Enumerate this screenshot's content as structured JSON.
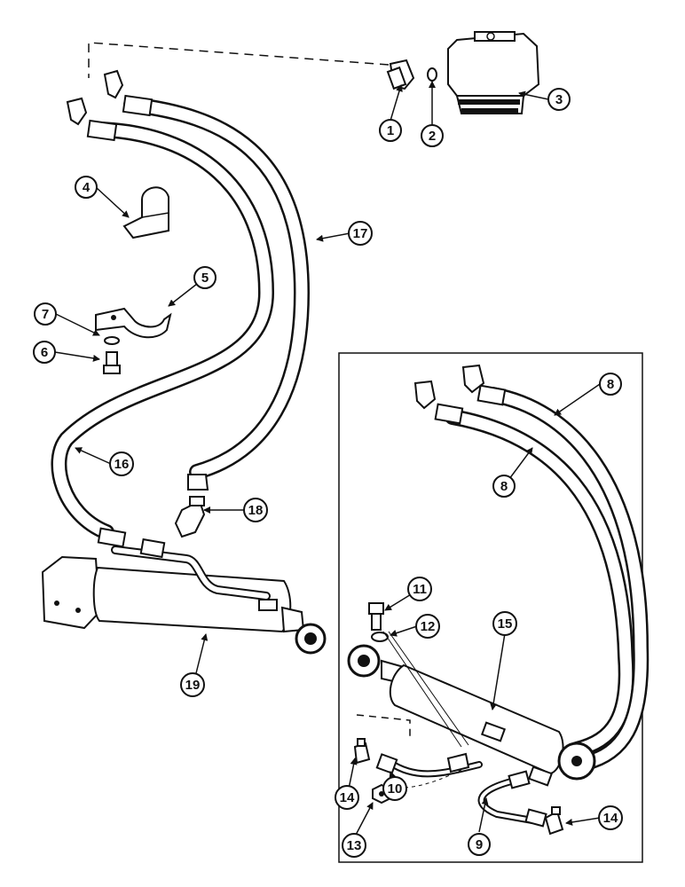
{
  "callouts": {
    "c1": "1",
    "c2": "2",
    "c3": "3",
    "c4": "4",
    "c5": "5",
    "c6": "6",
    "c7": "7",
    "c8a": "8",
    "c8b": "8",
    "c9": "9",
    "c10": "10",
    "c11": "11",
    "c12": "12",
    "c13": "13",
    "c14a": "14",
    "c14b": "14",
    "c15": "15",
    "c16": "16",
    "c17": "17",
    "c18": "18",
    "c19": "19"
  },
  "colors": {
    "ink": "#111111",
    "paper": "#ffffff"
  }
}
